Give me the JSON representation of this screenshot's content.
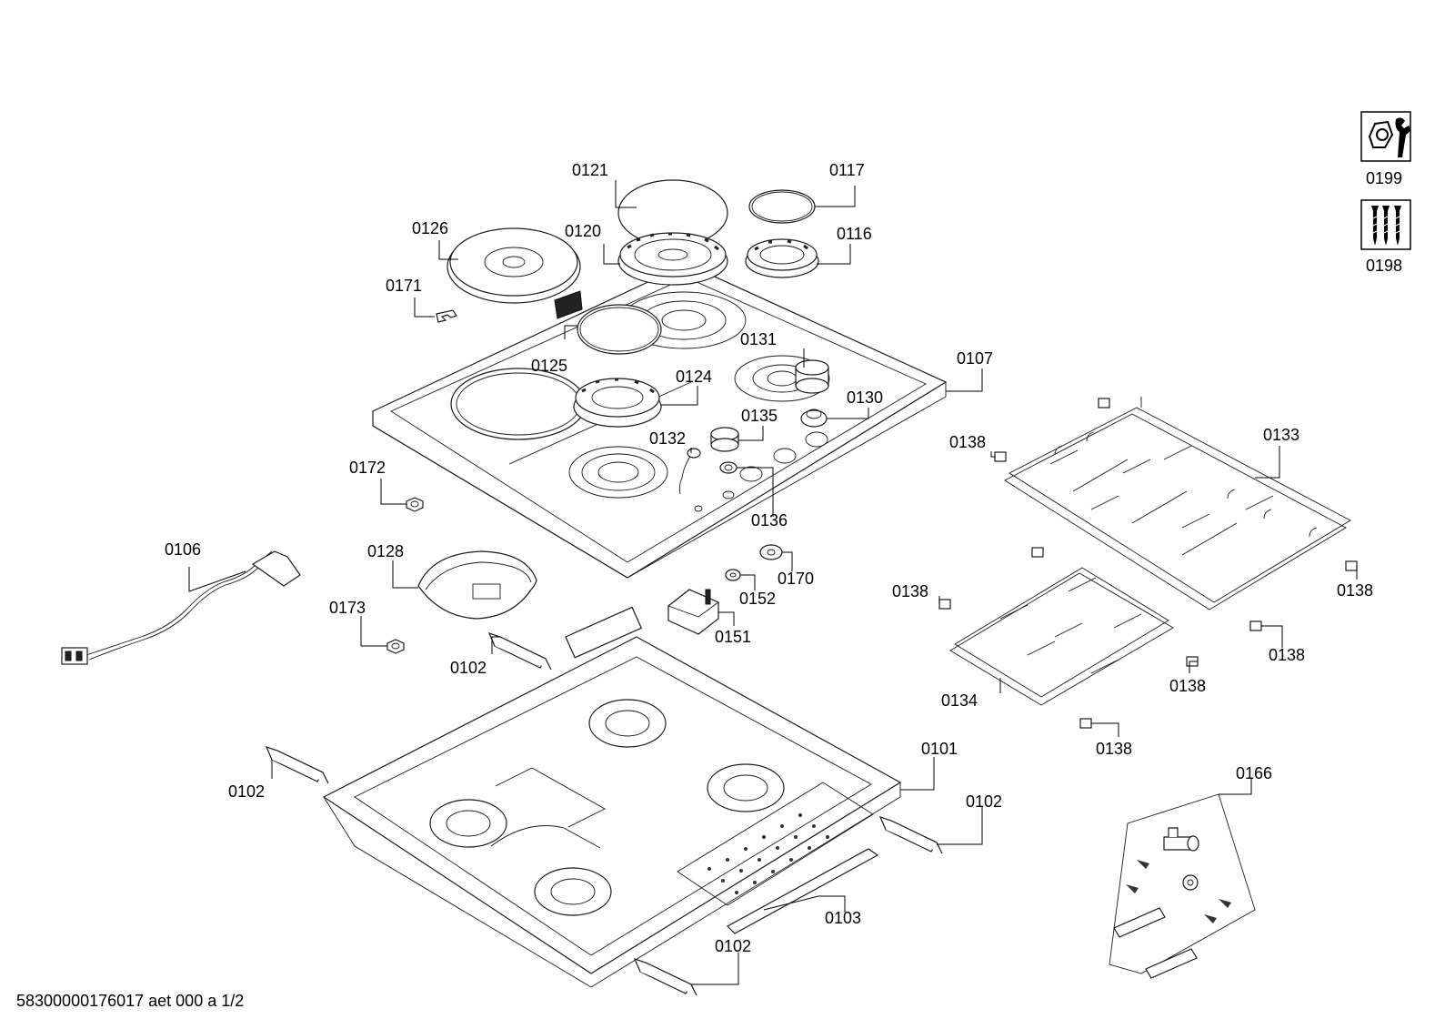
{
  "footer": "58300000176017 aet 000 a 1/2",
  "part_labels": {
    "p0121": "0121",
    "p0117": "0117",
    "p0126": "0126",
    "p0120": "0120",
    "p0116": "0116",
    "p0171": "0171",
    "p0125": "0125",
    "p0131": "0131",
    "p0107": "0107",
    "p0124": "0124",
    "p0130": "0130",
    "p0135": "0135",
    "p0132": "0132",
    "p0136": "0136",
    "p0172": "0172",
    "p0138a": "0138",
    "p0133": "0133",
    "p0106": "0106",
    "p0128": "0128",
    "p0170": "0170",
    "p0152": "0152",
    "p0138b": "0138",
    "p0138c": "0138",
    "p0173": "0173",
    "p0151": "0151",
    "p0138d": "0138",
    "p0102a": "0102",
    "p0134": "0134",
    "p0138e": "0138",
    "p0138f": "0138",
    "p0101": "0101",
    "p0102b": "0102",
    "p0102c": "0102",
    "p0166": "0166",
    "p0103": "0103",
    "p0102d": "0102",
    "p0199": "0199",
    "p0198": "0198"
  }
}
